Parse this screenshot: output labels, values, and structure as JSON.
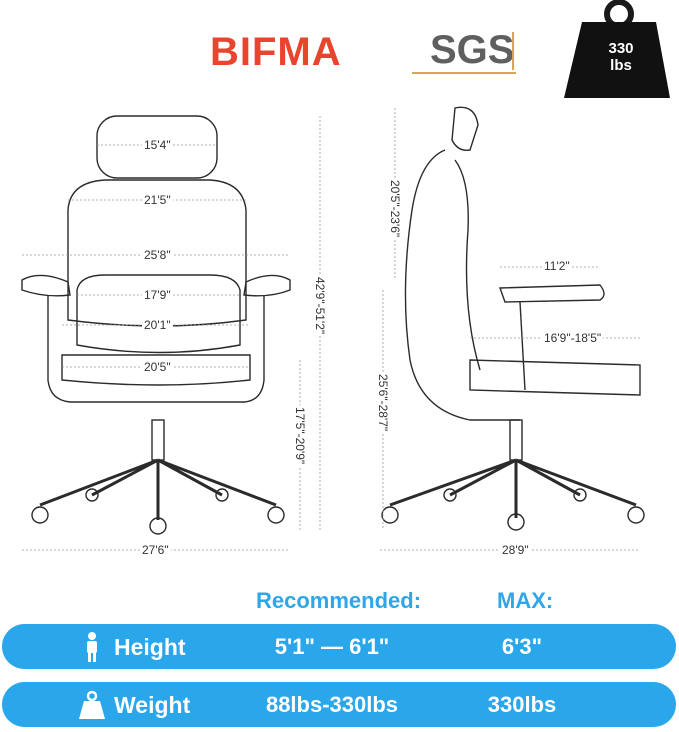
{
  "logos": {
    "bifma": "BIFMA",
    "sgs": "SGS",
    "weight_badge": "330\nlbs",
    "weight_badge_line1": "330",
    "weight_badge_line2": "lbs"
  },
  "dimensions": {
    "headrest_width": "15'4\"",
    "back_width": "21'5\"",
    "shoulder_width": "25'8\"",
    "seat_back_width": "17'9\"",
    "seat_width": "20'1\"",
    "seat_depth_front": "20'5\"",
    "total_height": "42'9\"-51'2\"",
    "seat_height": "17'5\"-20'9\"",
    "base_width": "27'6\"",
    "back_height": "20'5\"-23'6\"",
    "armrest_length": "11'2\"",
    "seat_depth": "16'9\"-18'5\"",
    "arm_height": "25'6\"-28'7\"",
    "base_depth": "28'9\""
  },
  "table": {
    "recommended_header": "Recommended:",
    "max_header": "MAX:",
    "rows": [
      {
        "icon": "person-icon",
        "label": "Height",
        "recommended": "5'1\" — 6'1\"",
        "max": "6'3\""
      },
      {
        "icon": "weight-icon",
        "label": "Weight",
        "recommended": "88lbs-330lbs",
        "max": "330lbs"
      }
    ]
  },
  "colors": {
    "accent": "#2aa7ea",
    "bifma": "#e8452e",
    "sgs": "#5f5f5f"
  }
}
